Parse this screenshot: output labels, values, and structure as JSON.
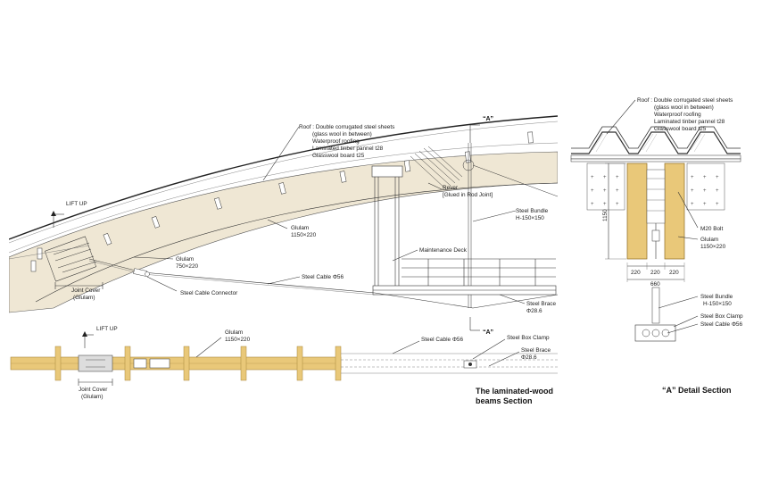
{
  "main_section": {
    "lift_up_top": "LIFT UP",
    "roof_lines": [
      "Roof : Double corrugated steel sheets",
      "(glass wool in between)",
      "Waterproof roofing",
      "Laminated tinber pannel t28",
      "Glasswool board t25"
    ],
    "section_mark_top": "“A”",
    "section_mark_bottom": "“A”",
    "rever": [
      "Rever",
      "[Glued in Rod Joint]"
    ],
    "steel_bundle": [
      "Steel Bundle",
      "H-150×150"
    ],
    "glulam_upper": [
      "Glulam",
      "1150×220"
    ],
    "glulam_lower": [
      "Glulam",
      "750×220"
    ],
    "maintenance_deck": "Maintenance Deck",
    "steel_cable": "Steel Cable Φ56",
    "steel_cable_connector": "Steel Cable Connector",
    "joint_cover": [
      "Joint Cover",
      "(Glulam)"
    ],
    "steel_brace": [
      "Steel Brace",
      "Φ28.6"
    ]
  },
  "plan_section": {
    "lift_up": "LIFT UP",
    "glulam": [
      "Glulam",
      "1150×220"
    ],
    "steel_cable": "Steel Cable Φ56",
    "steel_box_clamp": "Steel Box Clamp",
    "steel_brace": [
      "Steel Brace",
      "Φ28.6"
    ],
    "joint_cover": [
      "Joint Cover",
      "(Glulam)"
    ],
    "title": [
      "The laminated-wood",
      "beams Section"
    ]
  },
  "detail_section": {
    "roof_lines": [
      "Roof : Double corrugated steel sheets",
      "(glass wool in between)",
      "Waterproof roofing",
      "Laminated tinber pannel t28",
      "Glasswool board t25"
    ],
    "dim_height": "1150",
    "m20_bolt": "M20 Bolt",
    "glulam": [
      "Glulam",
      "1150×220"
    ],
    "dims_bottom": [
      "220",
      "220",
      "220"
    ],
    "dim_total": "660",
    "steel_bundle": [
      "Steel Bundle",
      "H-150×150"
    ],
    "steel_box_clamp": "Steel Box Clamp",
    "steel_cable": "Steel Cable Φ56",
    "title": "“A” Detail Section"
  },
  "colors": {
    "glulam_fill": "#efe7d4",
    "wood_plan": "#e9c879",
    "wood_dark": "#c9a24e"
  }
}
